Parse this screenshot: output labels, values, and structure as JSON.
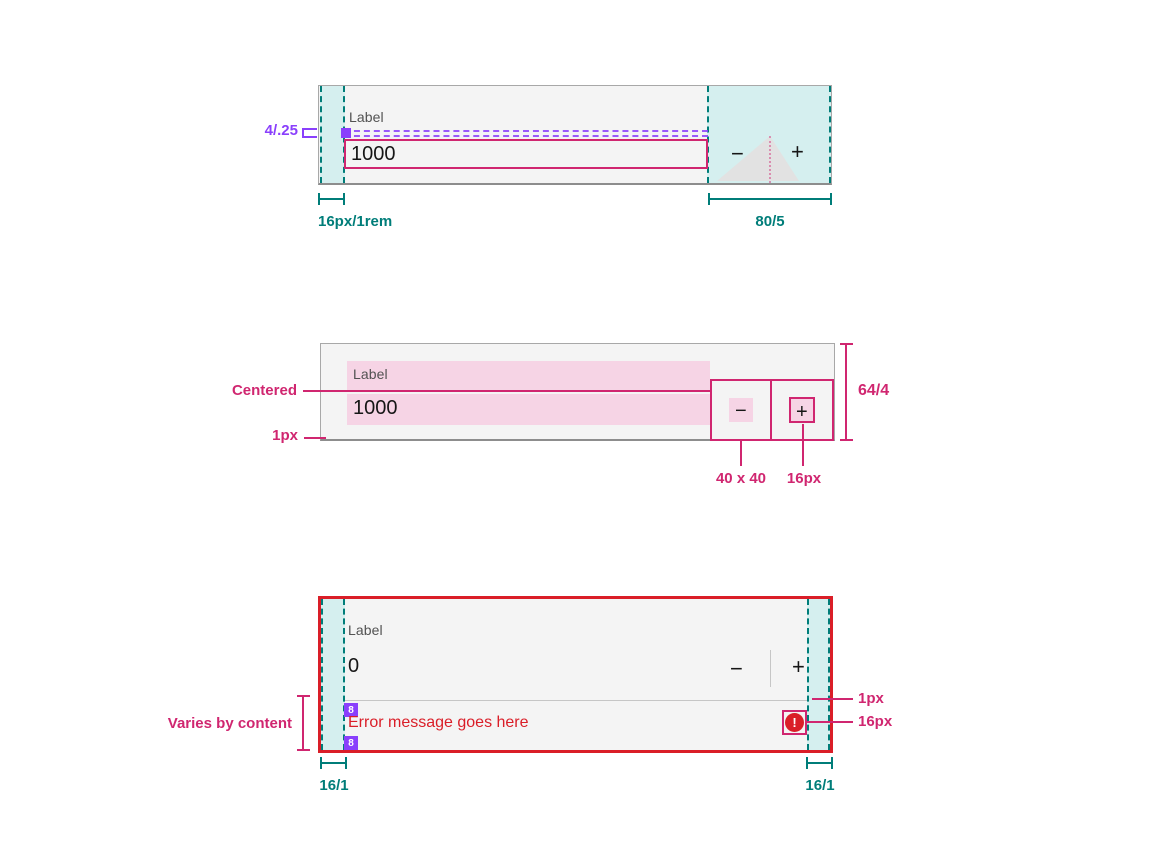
{
  "colors": {
    "teal_annotation": "#007d79",
    "teal_fill": "#d5efef",
    "purple_annotation": "#8a3ffc",
    "magenta_annotation": "#d02670",
    "error_red": "#da1e28",
    "field_background": "#f4f4f4",
    "label_gray": "#525252",
    "text_black": "#161616"
  },
  "top_spec": {
    "label": "Label",
    "value": "1000",
    "decrement_label": "−",
    "increment_label": "+",
    "gap_annotation": "4/.25",
    "left_padding_annotation": "16px/1rem",
    "controls_width_annotation": "80/5"
  },
  "middle_spec": {
    "label": "Label",
    "value": "1000",
    "decrement_label": "−",
    "increment_label": "+",
    "centered_annotation": "Centered",
    "border_annotation": "1px",
    "height_annotation": "64/4",
    "button_size_annotation": "40 x 40",
    "icon_size_annotation": "16px"
  },
  "bottom_spec": {
    "label": "Label",
    "value": "0",
    "decrement_label": "−",
    "increment_label": "+",
    "error_message": "Error message goes here",
    "error_icon_glyph": "!",
    "divider_annotation": "1px",
    "icon_size_annotation": "16px",
    "varies_annotation": "Varies by content",
    "spacing_annotation": "8",
    "left_padding_annotation": "16/1",
    "right_padding_annotation": "16/1"
  }
}
